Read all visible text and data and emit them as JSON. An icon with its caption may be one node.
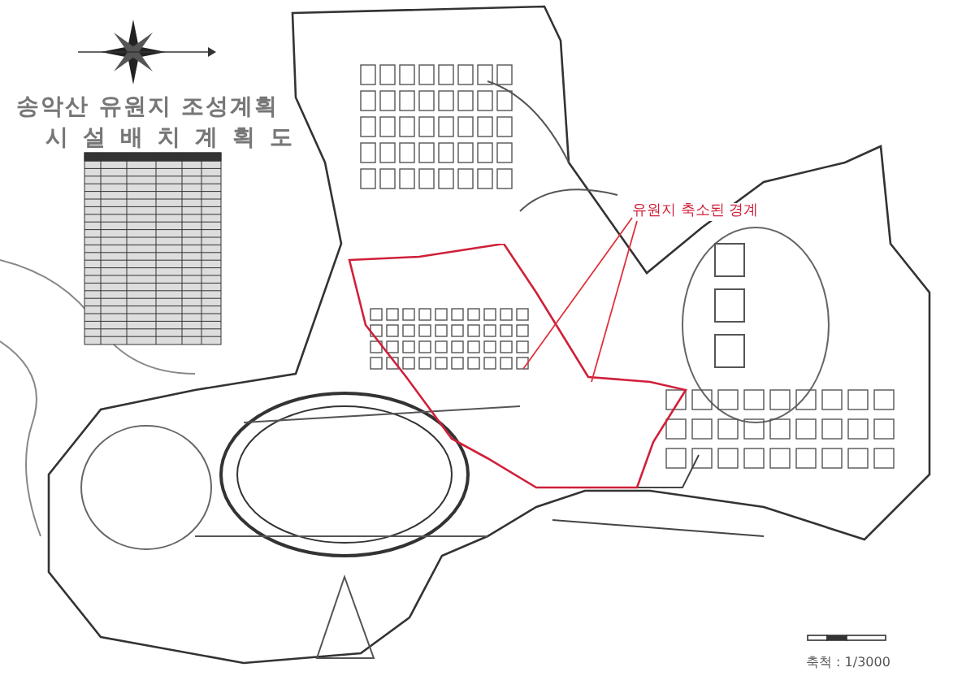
{
  "diagram": {
    "title": "송악산 유원지 조성계획",
    "nodes": [
      {
        "text": [
          "유원지 축소된 경계"
        ]
      },
      {
        "text": [],
        "shape": "picture"
      }
    ],
    "edges": [
      {
        "from": 0,
        "to": 1,
        "arrow": "none",
        "color": "#e0303a"
      },
      {
        "from": 0,
        "to": 1,
        "arrow": "none",
        "color": "#e0303a"
      }
    ],
    "labels": [
      "시설배치계획도",
      "축척 : 1/3000"
    ]
  }
}
